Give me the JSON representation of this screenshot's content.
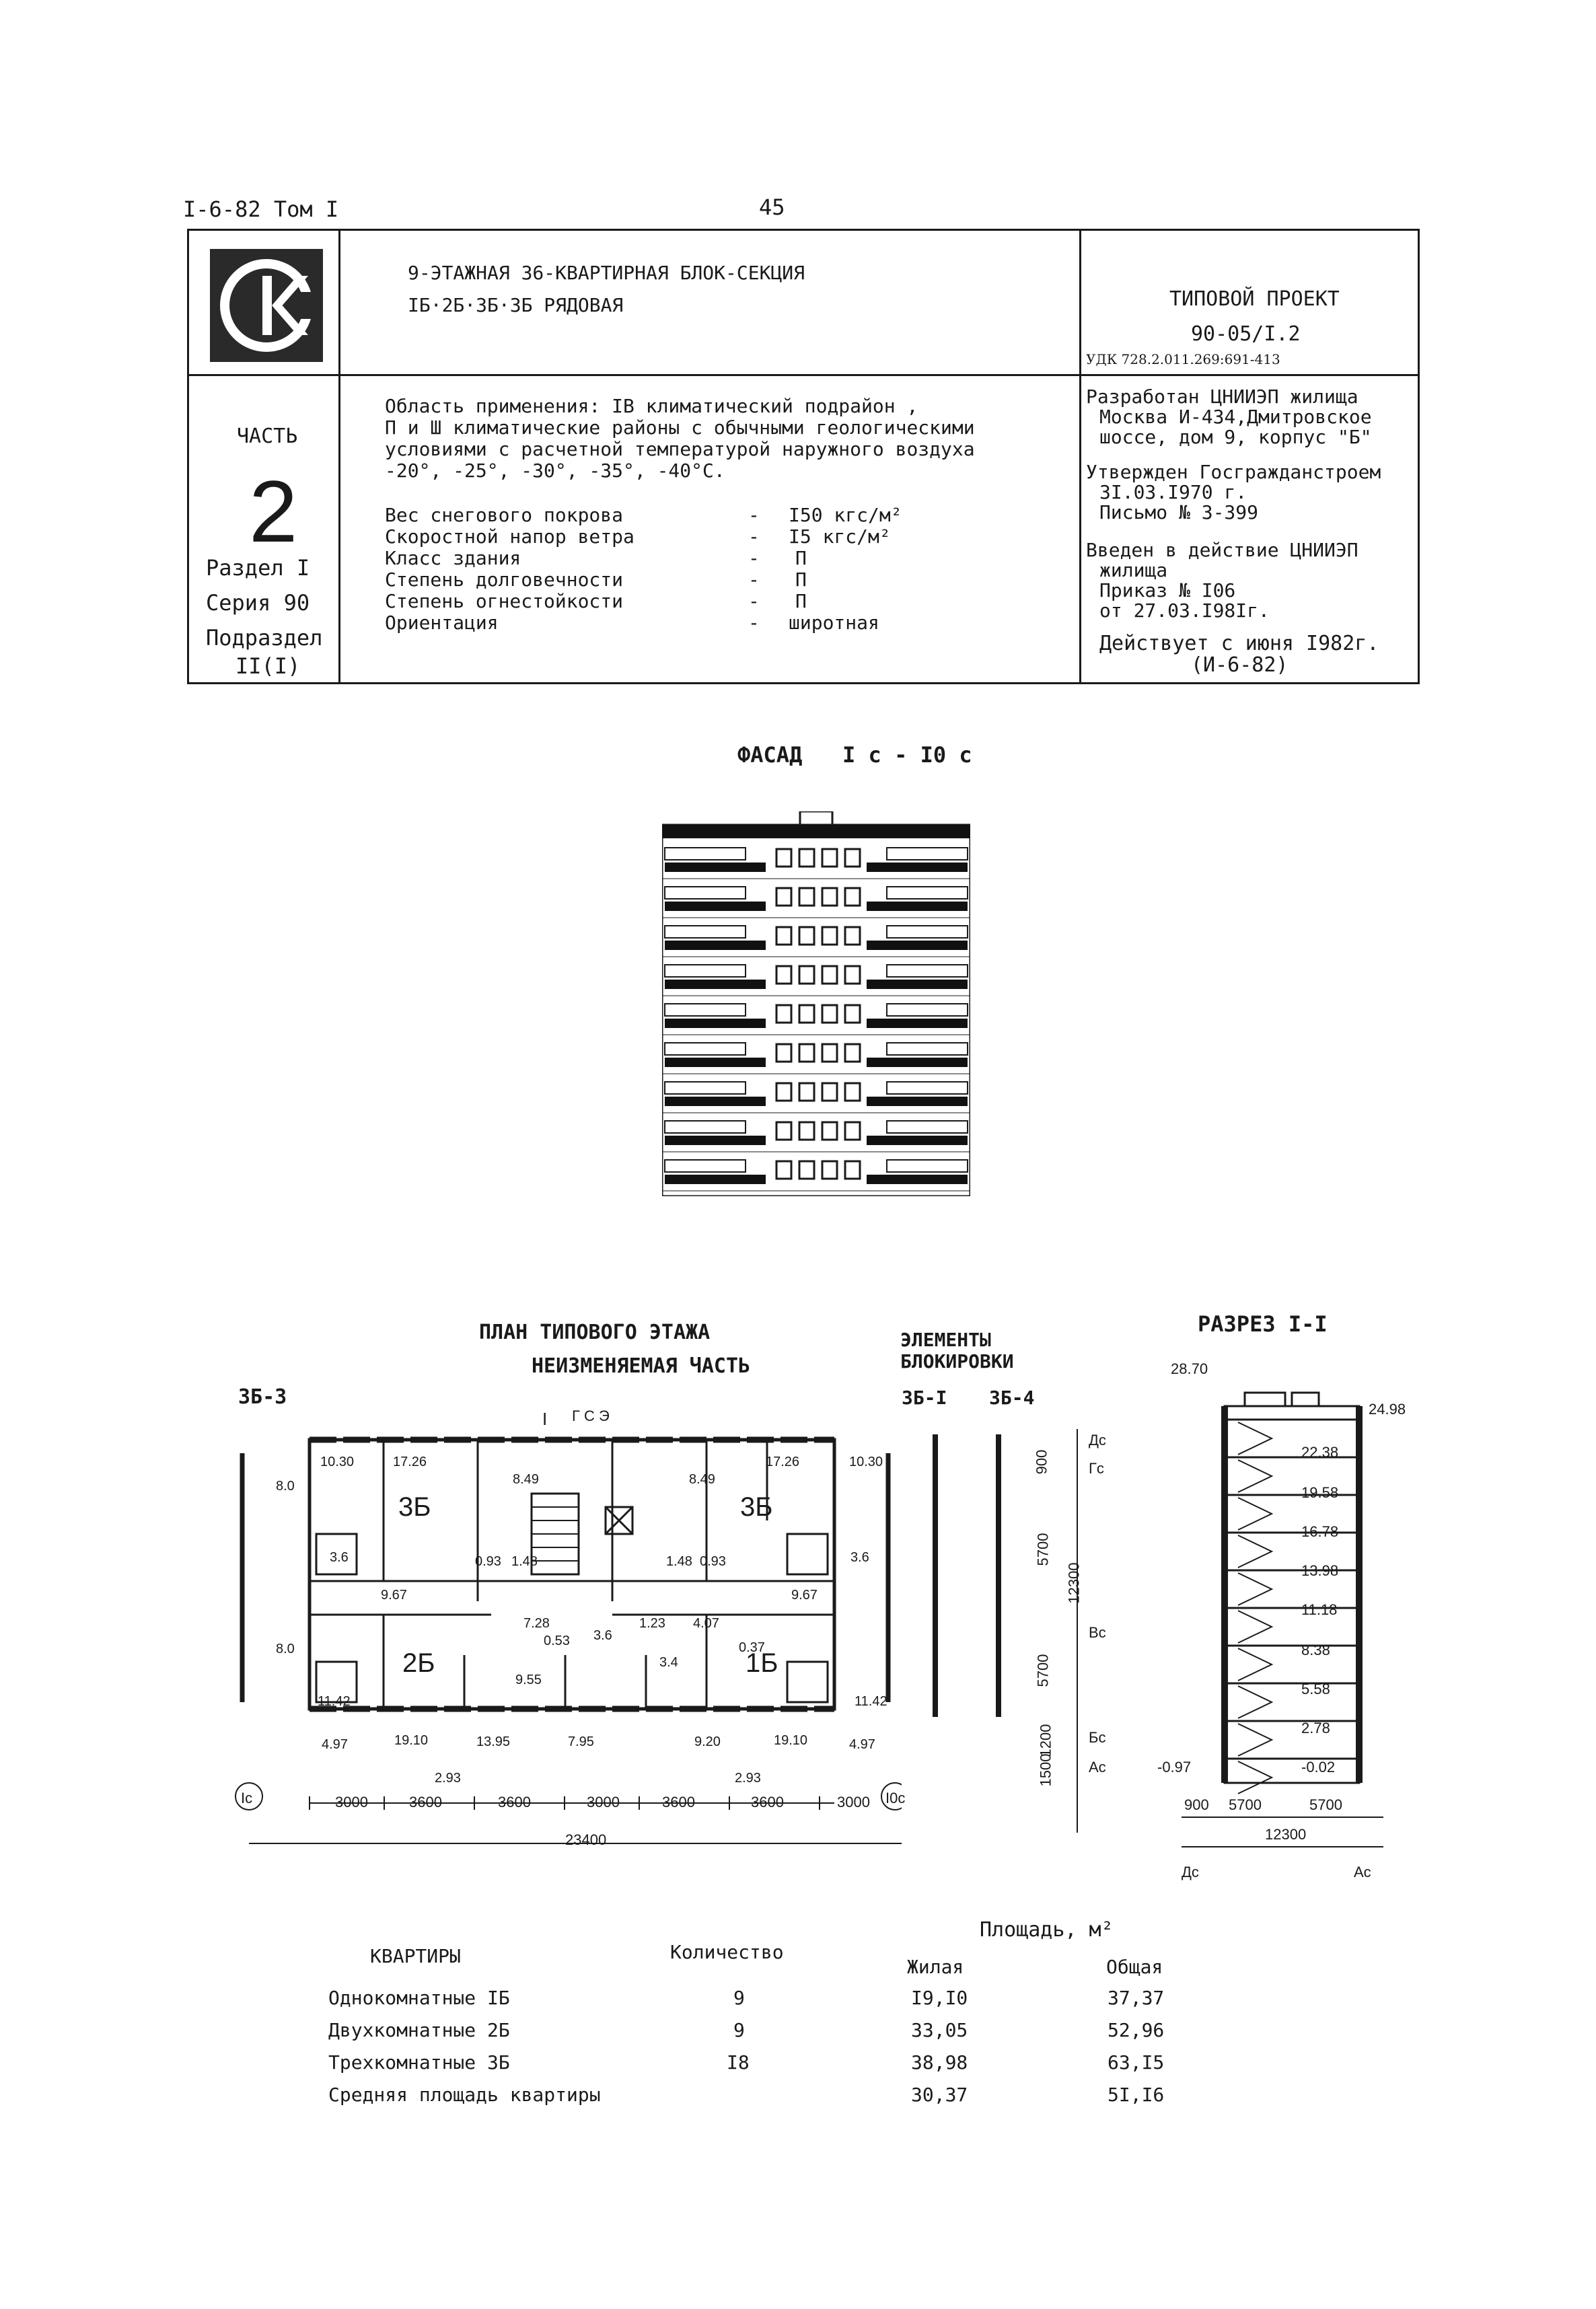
{
  "header": {
    "code": "I-6-82 Том I",
    "page_number": "45"
  },
  "title_block": {
    "logo_text": "СК",
    "title_line1": "9-ЭТАЖНАЯ 36-КВАРТИРНАЯ БЛОК-СЕКЦИЯ",
    "title_line2": "IБ·2Б·3Б·3Б РЯДОВАЯ",
    "project_label": "ТИПОВОЙ ПРОЕКТ",
    "project_number": "90-05/I.2",
    "udk": "УДК 728.2.011.269:691-413"
  },
  "part_block": {
    "part_label": "ЧАСТЬ",
    "part_number": "2",
    "section": "Раздел I",
    "series": "Серия 90",
    "subsection_label": "Подраздел",
    "subsection_value": "II(I)"
  },
  "scope": {
    "line1": "Область применения: IВ климатический подрайон ,",
    "line2": "П и Ш климатические районы с обычными геологическими",
    "line3": "условиями с расчетной температурой наружного воздуха",
    "line4": "-20°, -25°, -30°, -35°, -40°С."
  },
  "params": [
    {
      "label": "Вес снегового покрова",
      "dash": "-",
      "value": "I50 кгс/м²"
    },
    {
      "label": "Скоростной напор ветра",
      "dash": "-",
      "value": "I5 кгс/м²"
    },
    {
      "label": "Класс здания",
      "dash": "-",
      "value": "П"
    },
    {
      "label": "Степень долговечности",
      "dash": "-",
      "value": "П"
    },
    {
      "label": "Степень огнестойкости",
      "dash": "-",
      "value": "П"
    },
    {
      "label": "Ориентация",
      "dash": "-",
      "value": "широтная"
    }
  ],
  "developer": {
    "line1": "Разработан ЦНИИЭП жилища",
    "line2": "Москва И-434,Дмитровское",
    "line3": "шоссе, дом 9, корпус \"Б\"",
    "approved1": "Утвержден Госгражданстроем",
    "approved2": "3I.03.I970 г.",
    "approved3": "Письмо № 3-399",
    "intro1": "Введен в действие ЦНИИЭП",
    "intro2": "жилища",
    "intro3": "Приказ № I06",
    "intro4": "от 27.03.I98Iг.",
    "valid1": "Действует с июня I982г.",
    "valid2": "(И-6-82)"
  },
  "facade": {
    "title": "ФАСАД",
    "axes": "I с - I0 с"
  },
  "plan": {
    "title1": "ПЛАН ТИПОВОГО ЭТАЖА",
    "title2": "НЕИЗМЕНЯЕМАЯ ЧАСТЬ",
    "left_tag": "ЗБ-3",
    "elements1": "ЭЛЕМЕНТЫ",
    "elements2": "БЛОКИРОВКИ",
    "el_a": "ЗБ-I",
    "el_b": "ЗБ-4",
    "section_title": "РАЗРЕЗ I-I",
    "apt_left_top": "3Б",
    "apt_right_top": "3Б",
    "apt_left_bottom": "2Б",
    "apt_right_bottom": "1Б",
    "gsz": "Г С Э",
    "cut_mark": "I",
    "room_values": [
      "10.30",
      "17.26",
      "8.49",
      "8.49",
      "17.26",
      "10.30",
      "3.6",
      "0.93",
      "1.48",
      "1.48",
      "0.93",
      "3.6",
      "9.67",
      "9.67",
      "7.28",
      "0.53",
      "3.6",
      "1.23",
      "4.07",
      "0.37",
      "9.55",
      "3.4",
      "11.42",
      "11.42",
      "4.97",
      "19.10",
      "13.95",
      "7.95",
      "9.20",
      "19.10",
      "4.97",
      "2.93",
      "2.93",
      "8.0",
      "8.0"
    ],
    "dims": [
      "3000",
      "3600",
      "3600",
      "3000",
      "3600",
      "3600",
      "3000"
    ],
    "total": "23400",
    "axis_left": "Iс",
    "axis_right": "I0с",
    "vert_dims": [
      "900",
      "5700",
      "12300",
      "5700",
      "1200",
      "1500"
    ],
    "axis_tags": [
      "Дс",
      "Гс",
      "Вс",
      "Бс",
      "Ас"
    ],
    "section_levels": [
      "28.70",
      "24.98",
      "22.38",
      "19.58",
      "16.78",
      "13.98",
      "11.18",
      "8.38",
      "5.58",
      "2.78",
      "-0.02",
      "-0.97"
    ],
    "section_dims": [
      "900",
      "5700",
      "5700",
      "12300"
    ],
    "section_axes": [
      "Дс",
      "Ас"
    ]
  },
  "table": {
    "area_label": "Площадь, м²",
    "col_apt": "КВАРТИРЫ",
    "col_count": "Количество",
    "col_living": "Жилая",
    "col_total": "Общая",
    "rows": [
      {
        "name": "Однокомнатные IБ",
        "count": "9",
        "living": "I9,I0",
        "total": "37,37"
      },
      {
        "name": "Двухкомнатные 2Б",
        "count": "9",
        "living": "33,05",
        "total": "52,96"
      },
      {
        "name": "Трехкомнатные 3Б",
        "count": "I8",
        "living": "38,98",
        "total": "63,I5"
      },
      {
        "name": "Средняя площадь квартиры",
        "count": "",
        "living": "30,37",
        "total": "5I,I6"
      }
    ]
  }
}
